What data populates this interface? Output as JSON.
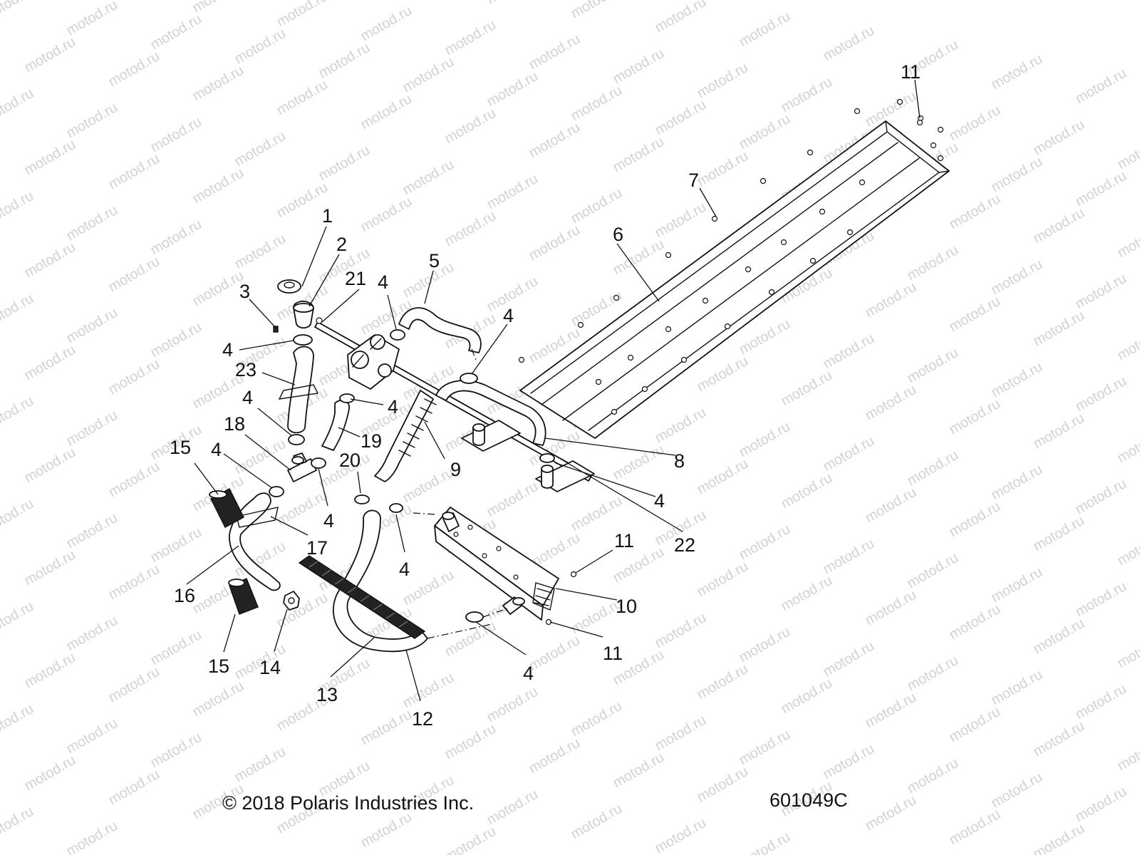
{
  "watermark": {
    "text": "motod.ru"
  },
  "callouts": [
    {
      "id": "1",
      "label": "1"
    },
    {
      "id": "2",
      "label": "2"
    },
    {
      "id": "3",
      "label": "3"
    },
    {
      "id": "4",
      "label": "4"
    },
    {
      "id": "5",
      "label": "5"
    },
    {
      "id": "6",
      "label": "6"
    },
    {
      "id": "7",
      "label": "7"
    },
    {
      "id": "8",
      "label": "8"
    },
    {
      "id": "9",
      "label": "9"
    },
    {
      "id": "10",
      "label": "10"
    },
    {
      "id": "11",
      "label": "11"
    },
    {
      "id": "12",
      "label": "12"
    },
    {
      "id": "13",
      "label": "13"
    },
    {
      "id": "14",
      "label": "14"
    },
    {
      "id": "15",
      "label": "15"
    },
    {
      "id": "16",
      "label": "16"
    },
    {
      "id": "17",
      "label": "17"
    },
    {
      "id": "18",
      "label": "18"
    },
    {
      "id": "19",
      "label": "19"
    },
    {
      "id": "20",
      "label": "20"
    },
    {
      "id": "21",
      "label": "21"
    },
    {
      "id": "22",
      "label": "22"
    },
    {
      "id": "23",
      "label": "23"
    }
  ],
  "footer": {
    "copyright": "© 2018 Polaris Industries Inc.",
    "figure_id": "601049C"
  }
}
